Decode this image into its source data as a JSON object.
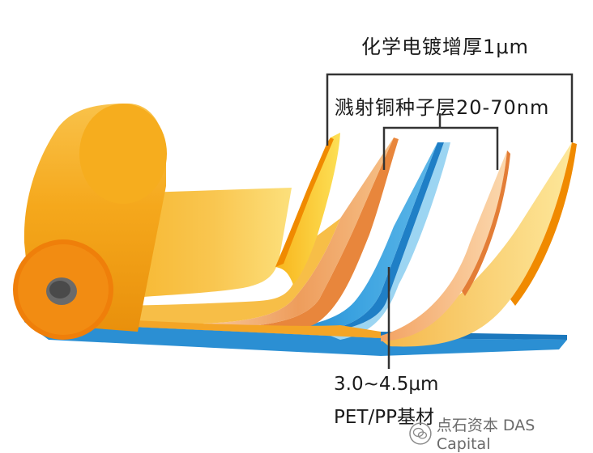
{
  "labels": {
    "top_layer": "化学电镀增厚1μm",
    "seed_layer": "溅射铜种子层20-70nm",
    "thickness": "3.0~4.5μm",
    "substrate": "PET/PP基材"
  },
  "watermark": {
    "text": "点石资本 DAS Capital",
    "icon": "wechat-icon"
  },
  "colors": {
    "roll_orange": "#f08a00",
    "roll_yellow": "#f7b52a",
    "film_light": "#fbd669",
    "copper": "#f0a064",
    "substrate_blue": "#2b8fd3",
    "substrate_light": "#8ccdf0",
    "bracket": "#333333"
  }
}
